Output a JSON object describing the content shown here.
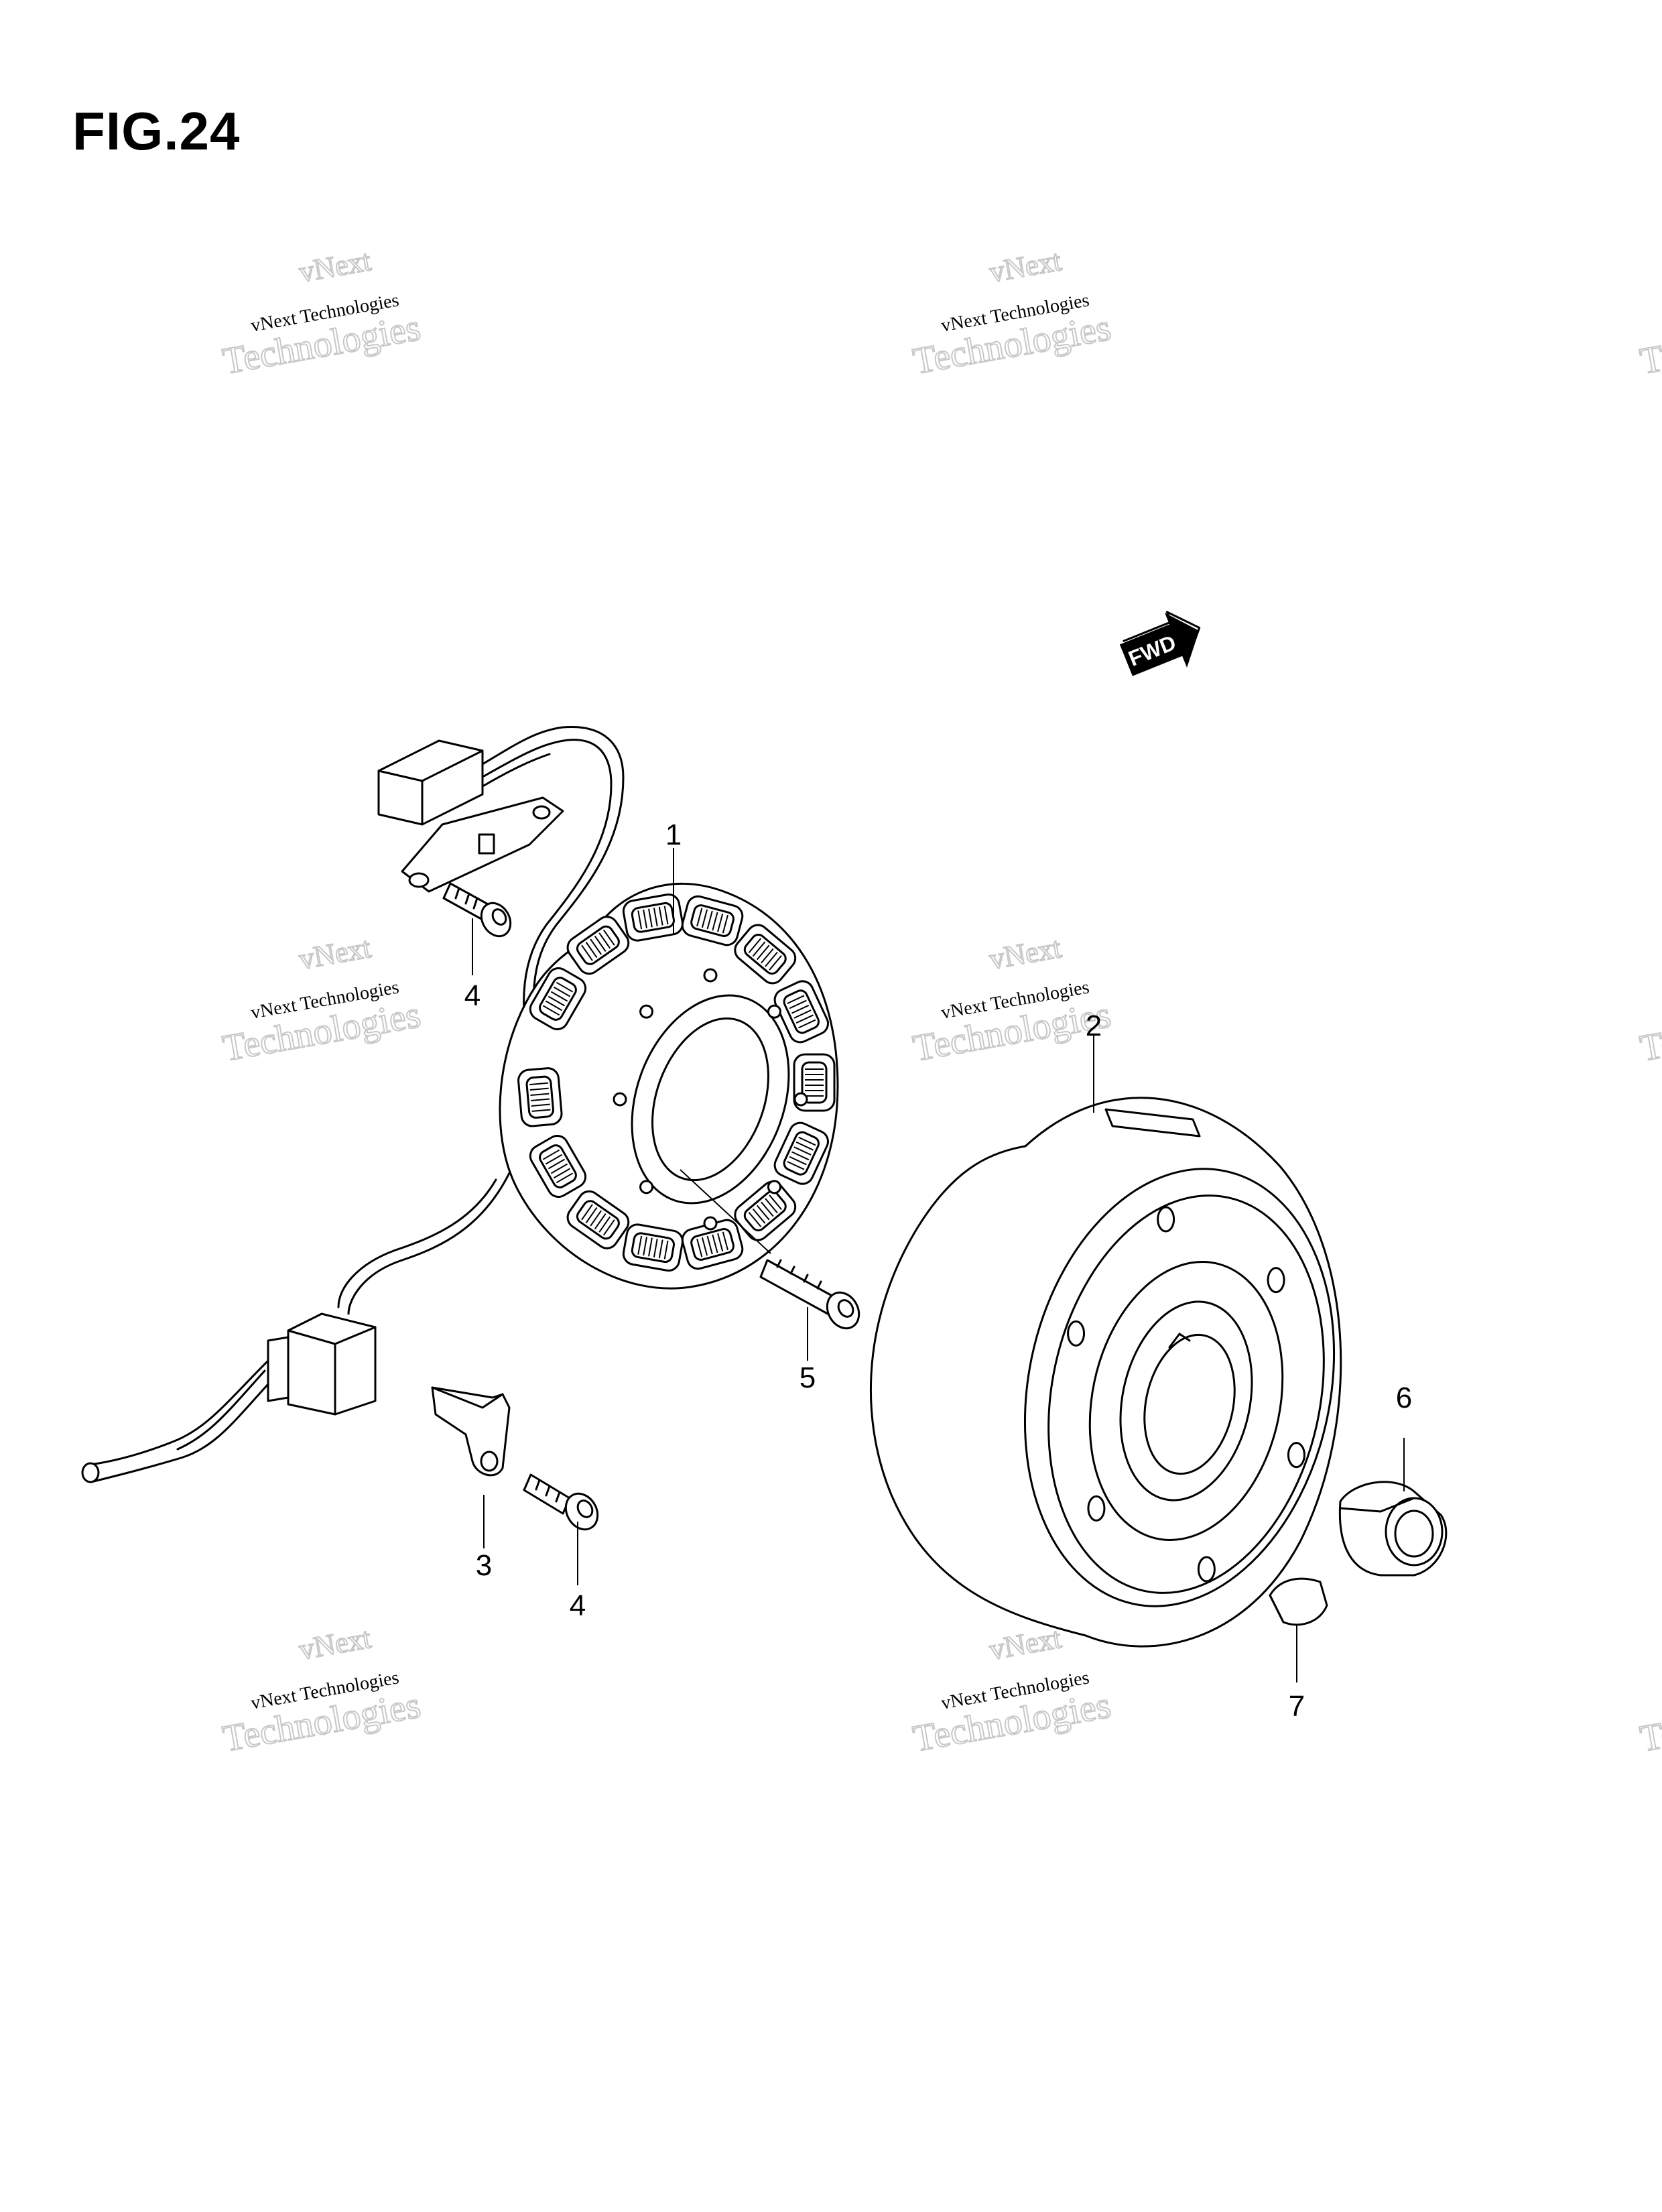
{
  "figure": {
    "title": "FIG.24"
  },
  "watermark": {
    "line1": "vNext",
    "line2": "vNext Technologies",
    "line3": "Technologies",
    "color": "#c8c8c8"
  },
  "direction_badge": {
    "label": "FWD"
  },
  "callouts": [
    {
      "id": "c1",
      "number": "1"
    },
    {
      "id": "c2",
      "number": "2"
    },
    {
      "id": "c3",
      "number": "3"
    },
    {
      "id": "c4a",
      "number": "4"
    },
    {
      "id": "c4b",
      "number": "4"
    },
    {
      "id": "c5",
      "number": "5"
    },
    {
      "id": "c6",
      "number": "6"
    },
    {
      "id": "c7",
      "number": "7"
    }
  ]
}
